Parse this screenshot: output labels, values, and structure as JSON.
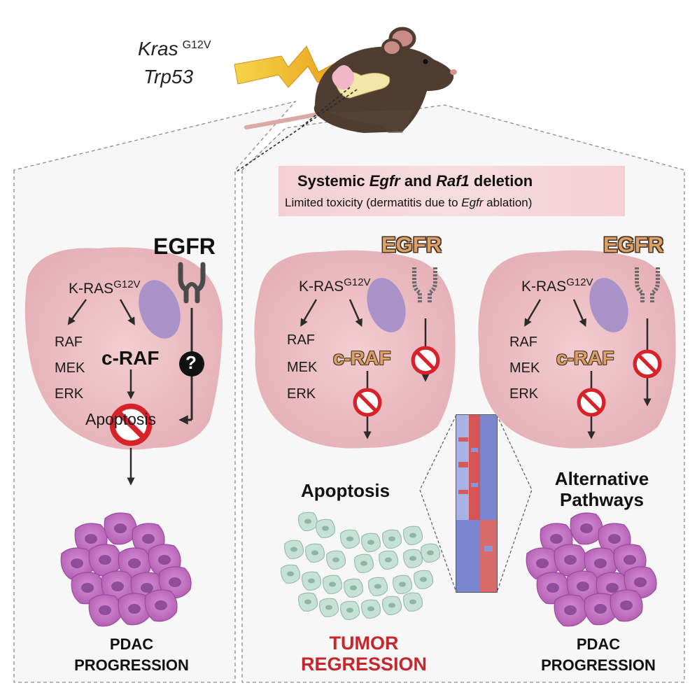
{
  "genotype": {
    "kras": "Kras",
    "kras_mutation": "G12V",
    "trp53": "Trp53"
  },
  "banner": {
    "title_part1": "Systemic ",
    "title_egfr": "Egfr",
    "title_and": " and ",
    "title_raf1": "Raf1",
    "title_end": " deletion",
    "subtitle_part1": "Limited toxicity (dermatitis due to ",
    "subtitle_egfr": "Egfr",
    "subtitle_end": " ablation)"
  },
  "left_panel": {
    "egfr": "EGFR",
    "kras": "K-RAS",
    "kras_mutation": "G12V",
    "raf": "RAF",
    "mek": "MEK",
    "erk": "ERK",
    "craf": "c-RAF",
    "question": "?",
    "apoptosis": "Apoptosis",
    "outcome_line1": "PDAC",
    "outcome_line2": "PROGRESSION"
  },
  "middle_panel": {
    "egfr": "EGFR",
    "kras": "K-RAS",
    "kras_mutation": "G12V",
    "raf": "RAF",
    "mek": "MEK",
    "erk": "ERK",
    "craf": "c-RAF",
    "apoptosis": "Apoptosis",
    "outcome_line1": "TUMOR",
    "outcome_line2": "REGRESSION"
  },
  "right_panel": {
    "egfr": "EGFR",
    "kras": "K-RAS",
    "kras_mutation": "G12V",
    "raf": "RAF",
    "mek": "MEK",
    "erk": "ERK",
    "craf": "c-RAF",
    "alt_line1": "Alternative",
    "alt_line2": "Pathways",
    "outcome_line1": "PDAC",
    "outcome_line2": "PROGRESSION"
  },
  "colors": {
    "cell_pink": "#eab7bd",
    "nucleus_purple": "#a992c7",
    "tumor_purple": "#b04fb0",
    "regression_green": "#bfdcd0",
    "prohibition_red": "#d8222a",
    "outcome_red": "#c7262b",
    "egfr_orange": "#d9a06a"
  },
  "icons": {
    "mouse": "mouse-icon",
    "lightning": "lightning-icon",
    "receptor": "egfr-receptor-icon",
    "prohibited": "prohibited-icon",
    "question": "question-icon"
  }
}
